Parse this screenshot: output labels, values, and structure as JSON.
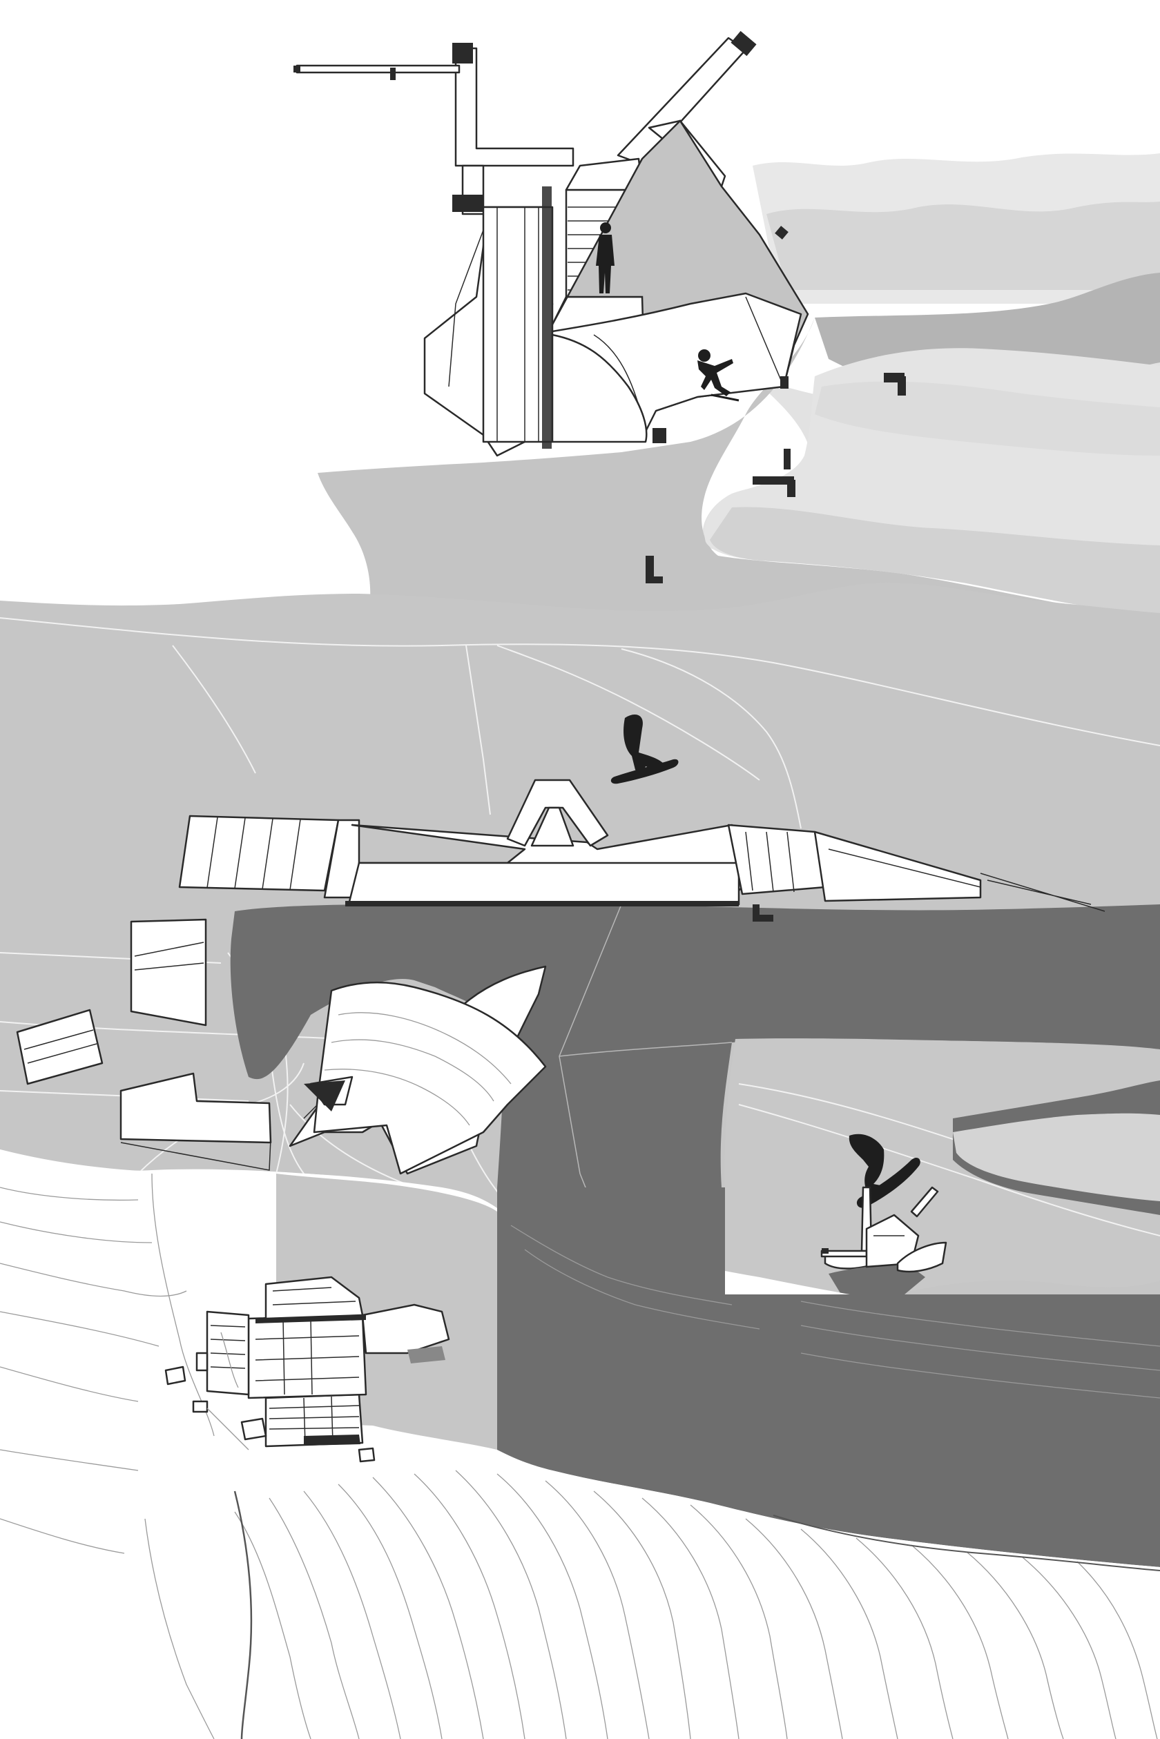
{
  "drawing": {
    "colors": {
      "paper": "#ffffff",
      "snow_light": "#c8c8c8",
      "snow_mid": "#b4b4b4",
      "slope_dark": "#6e6e6e",
      "fog_1": "#e6e6e6",
      "fog_2": "#d4d4d4",
      "ink": "#1e1e1e"
    },
    "panels": [
      {
        "id": "section-detail"
      },
      {
        "id": "site-plan"
      },
      {
        "id": "topographic-map"
      }
    ],
    "figures": [
      {
        "icon": "standing-person-icon"
      },
      {
        "icon": "skier-icon"
      },
      {
        "icon": "snowboarder-icon"
      },
      {
        "icon": "snowboarder-icon"
      }
    ]
  }
}
